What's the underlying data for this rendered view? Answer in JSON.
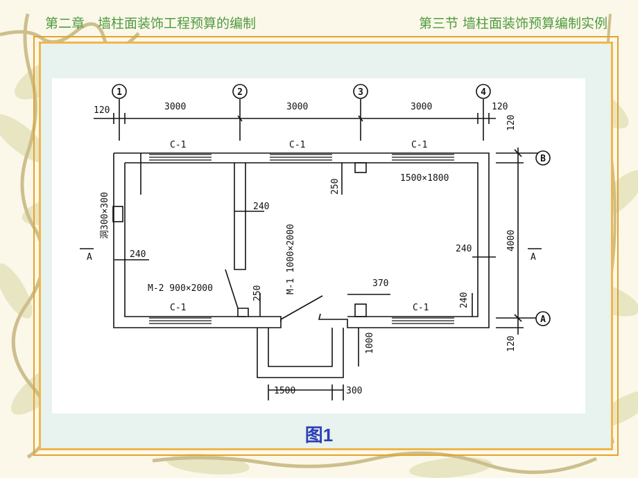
{
  "header": {
    "chapter": "第二章　墙柱面装饰工程预算的编制",
    "section": "第三节  墙柱面装饰预算编制实例"
  },
  "figure": {
    "caption": "图1",
    "axes": {
      "a1": "1",
      "a2": "2",
      "a3": "3",
      "a4": "4",
      "rowB": "B",
      "rowA": "A"
    },
    "dims": {
      "left_120": "120",
      "span1": "3000",
      "span2": "3000",
      "span3": "3000",
      "right_120": "120",
      "depth_4000": "4000",
      "top_120": "120",
      "bot_120": "120",
      "d240_a": "240",
      "d240_b": "240",
      "d240_c": "240",
      "d240_d": "240",
      "d250_a": "250",
      "d250_b": "250",
      "d370": "370",
      "d1000": "1000",
      "d1500": "1500",
      "d300": "300"
    },
    "labels": {
      "c1_a": "C-1",
      "c1_b": "C-1",
      "c1_c": "C-1",
      "c1_d": "C-1",
      "c1_e": "C-1",
      "window_size": "1500×1800",
      "hole": "洞300×300",
      "m2": "M-2 900×2000",
      "m1": "M-1 1000×2000",
      "section_left": "A",
      "section_right": "A"
    }
  },
  "colors": {
    "header_text": "#4f9a3e",
    "frame": "#e3a22b",
    "caption": "#2c3fb6"
  }
}
